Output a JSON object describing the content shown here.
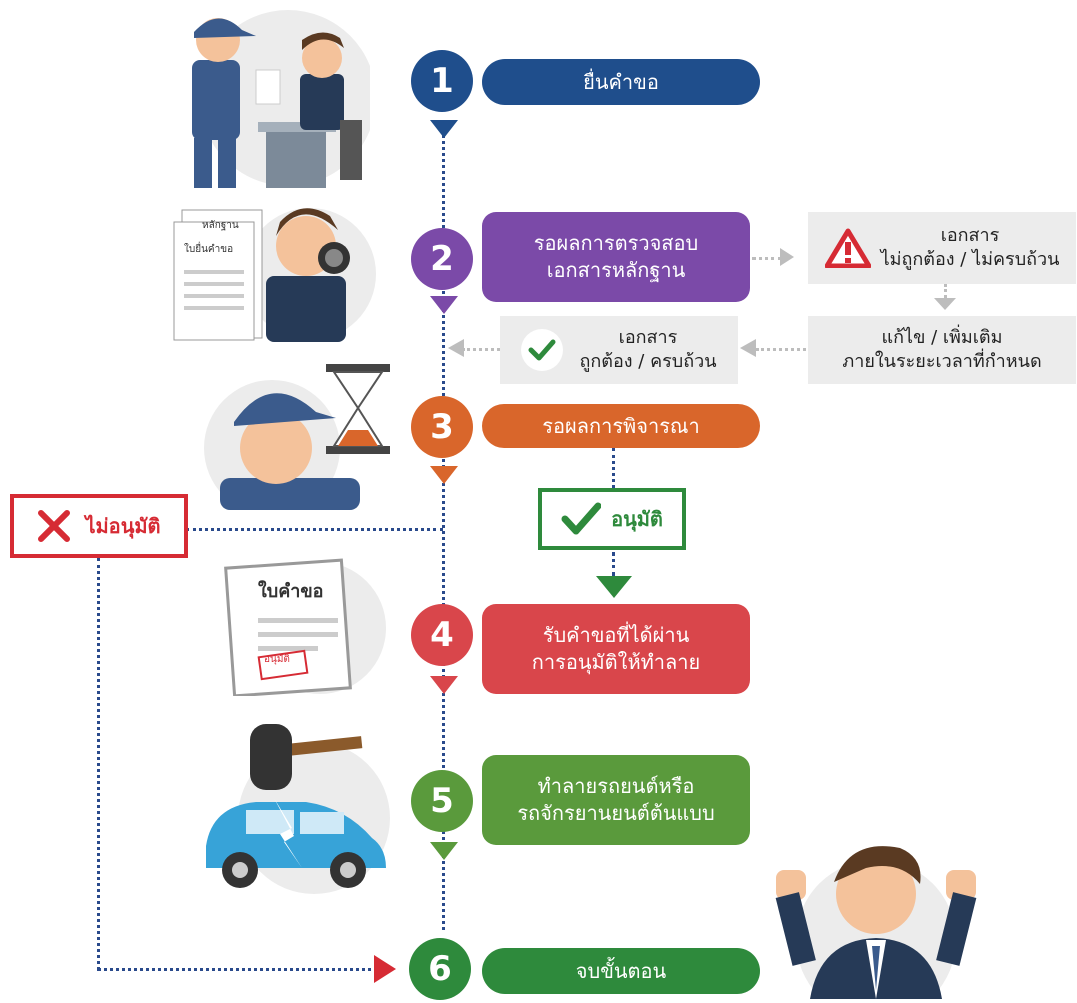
{
  "steps": [
    {
      "num": "1",
      "label1": "ยื่นคำขอ",
      "label2": "",
      "color": "#1f4e8c"
    },
    {
      "num": "2",
      "label1": "รอผลการตรวจสอบ",
      "label2": "เอกสารหลักฐาน",
      "color": "#7b4aa8"
    },
    {
      "num": "3",
      "label1": "รอผลการพิจารณา",
      "label2": "",
      "color": "#d9662b"
    },
    {
      "num": "4",
      "label1": "รับคำขอที่ได้ผ่าน",
      "label2": "การอนุมัติให้ทำลาย",
      "color": "#d9464b"
    },
    {
      "num": "5",
      "label1": "ทำลายรถยนต์หรือ",
      "label2": "รถจักรยานยนต์ต้นแบบ",
      "color": "#5a9a3c"
    },
    {
      "num": "6",
      "label1": "จบขั้นตอน",
      "label2": "",
      "color": "#2e8a3c"
    }
  ],
  "doc_invalid": {
    "line1": "เอกสาร",
    "line2": "ไม่ถูกต้อง / ไม่ครบถ้วน"
  },
  "fix": {
    "line1": "แก้ไข / เพิ่มเติม",
    "line2": "ภายในระยะเวลาที่กำหนด"
  },
  "doc_valid": {
    "line1": "เอกสาร",
    "line2": "ถูกต้อง / ครบถ้วน"
  },
  "approved": "อนุมัติ",
  "not_approved": "ไม่อนุมัติ",
  "illustrations": {
    "doc1_title": "หลักฐาน",
    "doc1_sub": "ใบยื่นคำขอ",
    "doc2_title": "ใบคำขอ",
    "stamp": "อนุมัติ"
  },
  "colors": {
    "dotted_line": "#2a4a8c",
    "approved_green": "#2e8a3c",
    "reject_red": "#d62b34"
  }
}
